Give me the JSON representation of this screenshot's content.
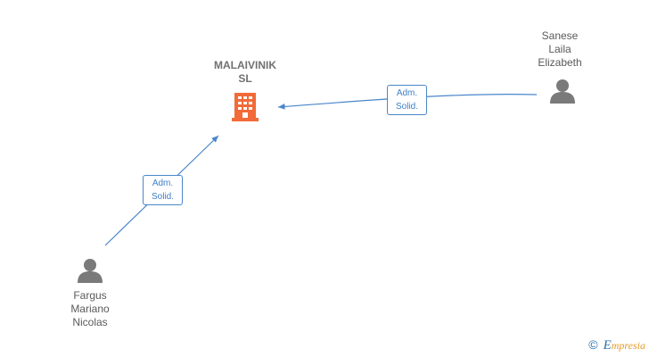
{
  "company": {
    "name_line1": "MALAIVINIK",
    "name_line2": "SL",
    "icon": "building-icon",
    "color": "#f26b38"
  },
  "persons": [
    {
      "id": "sanese",
      "lines": [
        "Sanese",
        "Laila",
        "Elizabeth"
      ],
      "icon": "person-icon"
    },
    {
      "id": "fargus",
      "lines": [
        "Fargus",
        "Mariano",
        "Nicolas"
      ],
      "icon": "person-icon"
    }
  ],
  "relations": [
    {
      "from": "Sanese Laila Elizabeth",
      "to": "MALAIVINIK SL",
      "role_line1": "Adm.",
      "role_line2": "Solid."
    },
    {
      "from": "Fargus Mariano Nicolas",
      "to": "MALAIVINIK SL",
      "role_line1": "Adm.",
      "role_line2": "Solid."
    }
  ],
  "colors": {
    "edge": "#4a86c9",
    "person": "#7a7a7a",
    "text": "#5a5a5a"
  },
  "brand": {
    "symbol": "©",
    "initial": "E",
    "rest": "mpresia"
  }
}
